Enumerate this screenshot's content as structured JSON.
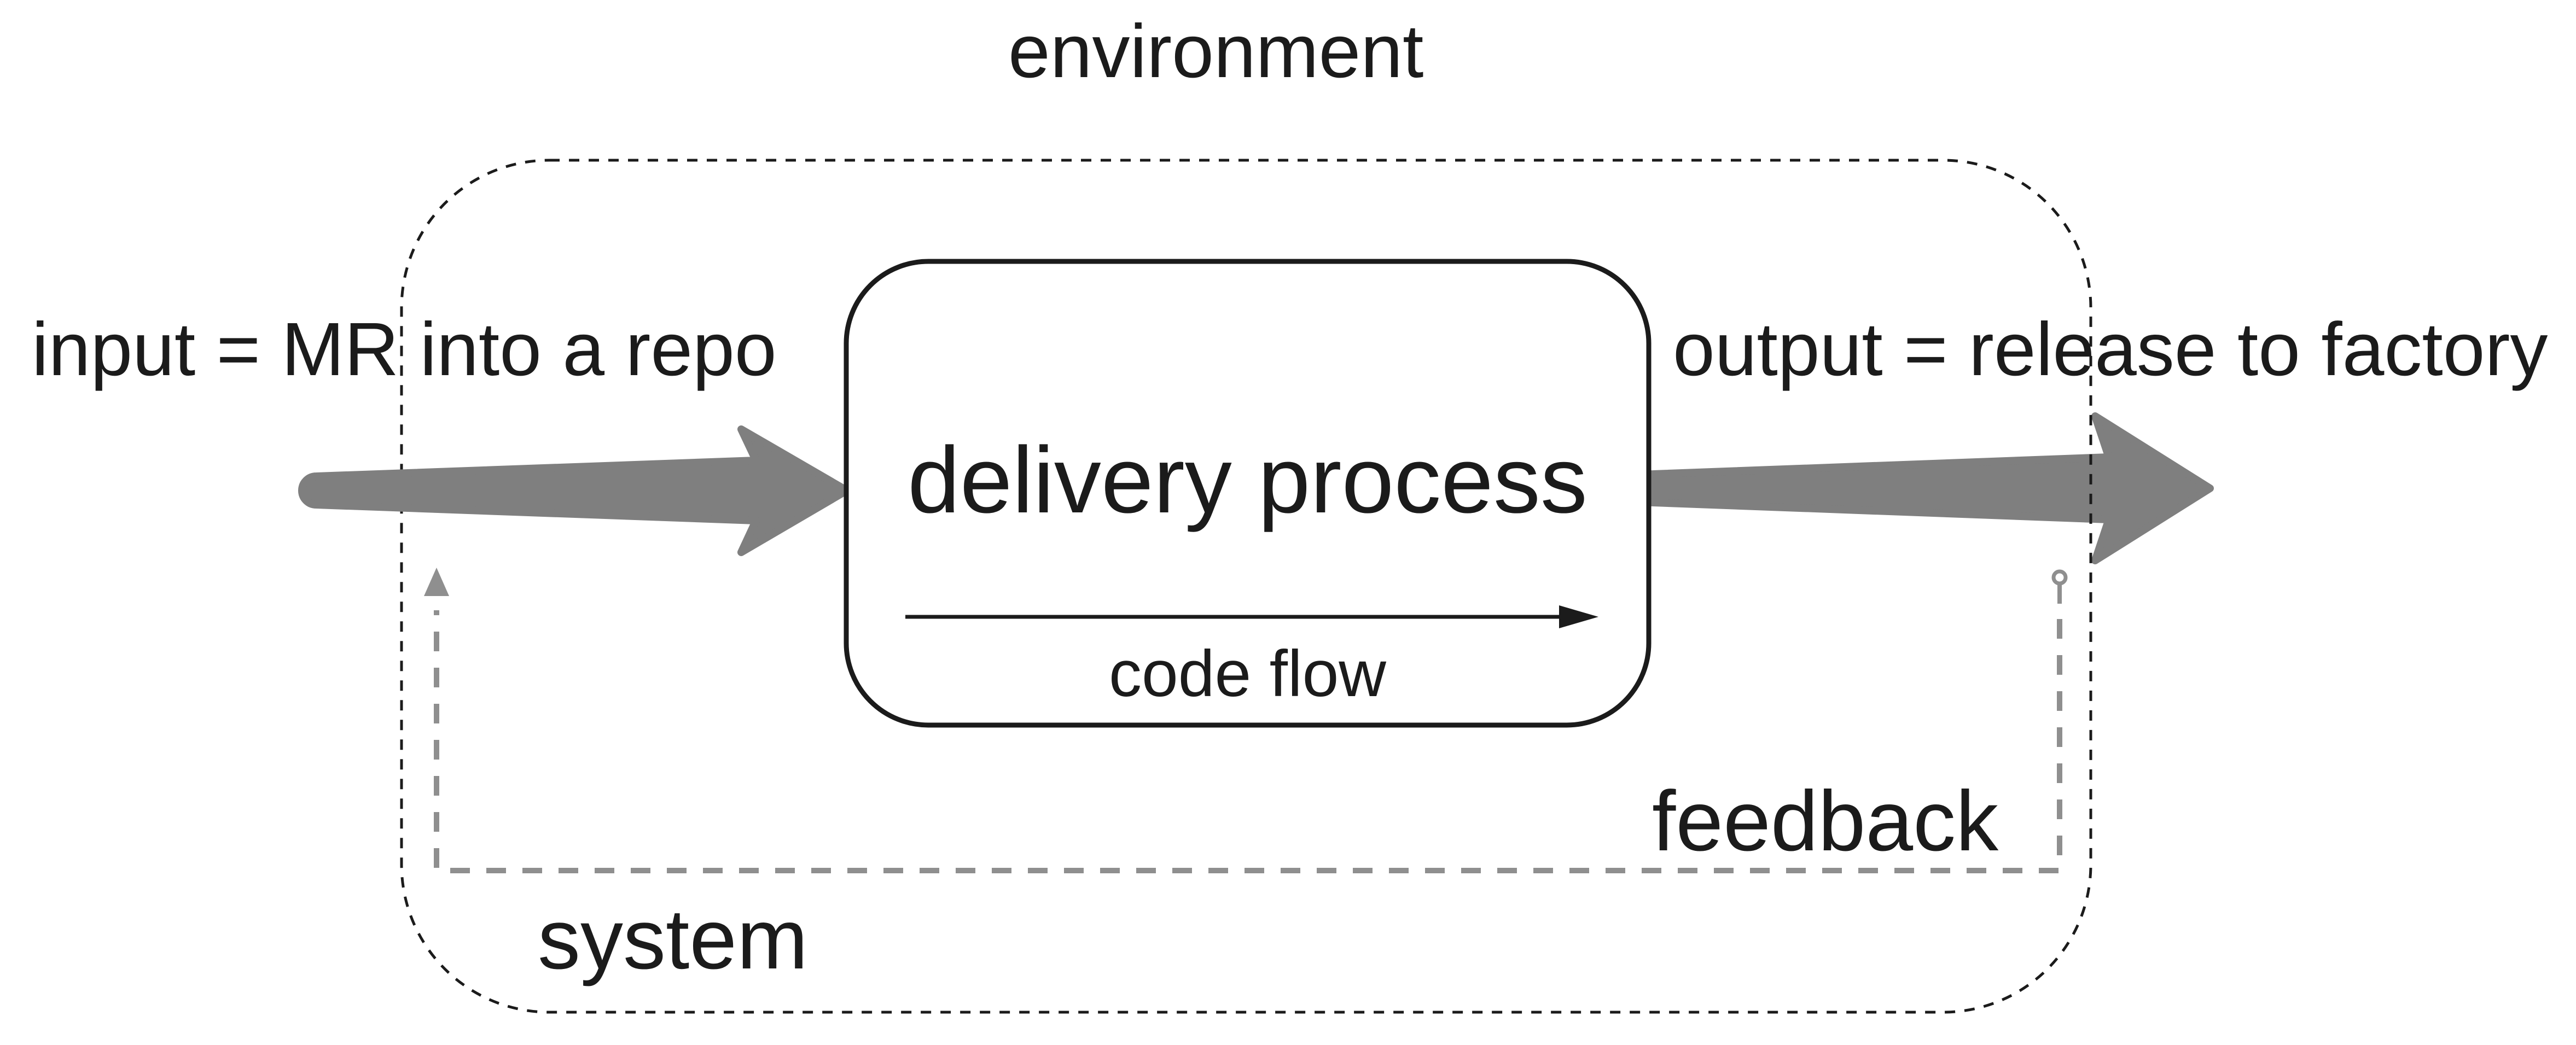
{
  "diagram": {
    "environment_label": "environment",
    "input_label": "input = MR into a repo",
    "output_label": "output = release to factory",
    "process_label": "delivery process",
    "process_arrow_label": "code flow",
    "feedback_label": "feedback",
    "system_label": "system"
  },
  "colors": {
    "ink": "#1b1b1b",
    "arrow_gray": "#7f7f7f",
    "feedback_gray": "#8f8f8f",
    "background": "#ffffff"
  }
}
